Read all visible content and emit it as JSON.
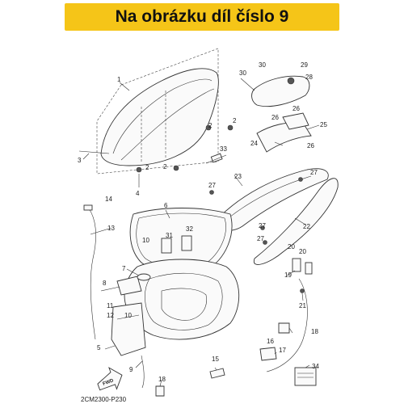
{
  "banner": {
    "text": "Na obrázku díl číslo 9",
    "color": "#f5c518"
  },
  "diagram": {
    "code": "2CM2300-P230",
    "fwd_label": "FWD",
    "labels": {
      "l1": "1",
      "l2a": "2",
      "l2b": "2",
      "l2c": "2",
      "l2d": "2",
      "l3": "3",
      "l4": "4",
      "l5": "5",
      "l6": "6",
      "l7": "7",
      "l8": "8",
      "l9": "9",
      "l10a": "10",
      "l10b": "10",
      "l11": "11",
      "l12": "12",
      "l13": "13",
      "l14": "14",
      "l15": "15",
      "l16": "16",
      "l17": "17",
      "l18a": "18",
      "l18b": "18",
      "l19": "19",
      "l20a": "20",
      "l20b": "20",
      "l21": "21",
      "l22": "22",
      "l23": "23",
      "l24": "24",
      "l25": "25",
      "l26a": "26",
      "l26b": "26",
      "l26c": "26",
      "l27a": "27",
      "l27b": "27",
      "l27c": "27",
      "l27d": "27",
      "l28": "28",
      "l29": "29",
      "l30a": "30",
      "l30b": "30",
      "l31": "31",
      "l32": "32",
      "l33": "33",
      "l34": "34"
    }
  }
}
